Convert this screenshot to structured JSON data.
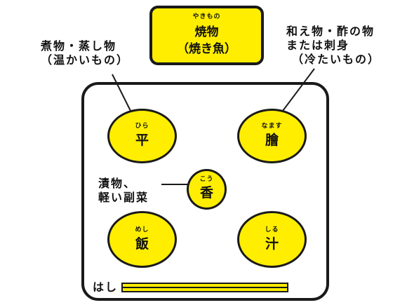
{
  "grilled": {
    "ruby": "やきもの",
    "name": "焼物",
    "sub": "（焼き魚）"
  },
  "notes": {
    "simmered": {
      "line1": "煮物・蒸し物",
      "line2": "（温かいもの）"
    },
    "dressed": {
      "line1": "和え物・酢の物",
      "line2": "または刺身",
      "line3": "（冷たいもの）"
    },
    "pickles": {
      "line1": "漬物、",
      "line2": "軽い副菜"
    }
  },
  "dishes": {
    "hira": {
      "ruby": "ひら",
      "name": "平"
    },
    "namasu": {
      "ruby": "なます",
      "name": "膾"
    },
    "kou": {
      "ruby": "こう",
      "name": "香"
    },
    "meshi": {
      "ruby": "めし",
      "name": "飯"
    },
    "shiru": {
      "ruby": "しる",
      "name": "汁"
    }
  },
  "chopsticks": {
    "label": "はし"
  },
  "colors": {
    "dish_fill": "#ffee00",
    "outline": "#1a1a1a",
    "background": "#ffffff"
  }
}
